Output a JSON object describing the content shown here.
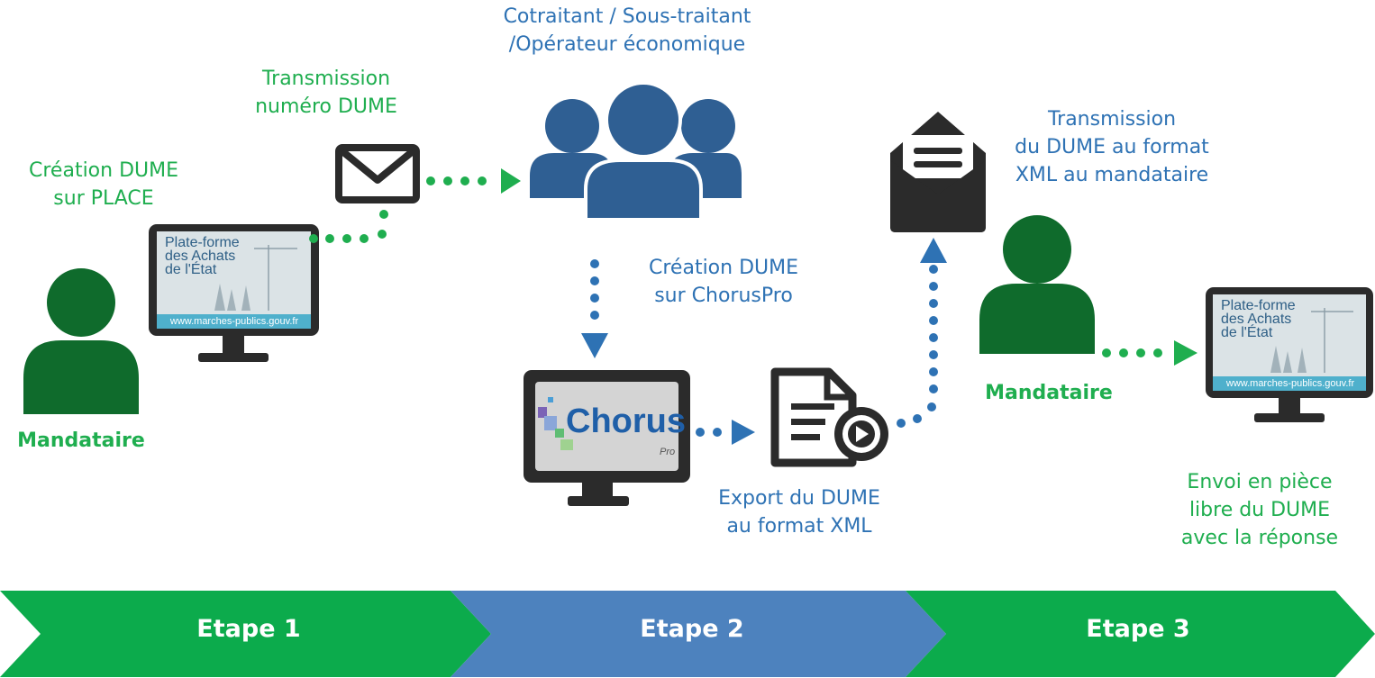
{
  "labels": {
    "creation_place": "Création DUME\nsur PLACE",
    "transmission_numero": "Transmission\nnuméro DUME",
    "cotraitant": "Cotraitant / Sous-traitant\n/Opérateur économique",
    "creation_chorus": "Création DUME\nsur ChorusPro",
    "export_xml": "Export du DUME\nau format XML",
    "transmission_xml": "Transmission\ndu DUME au format\nXML au mandataire",
    "mandataire_left": "Mandataire",
    "mandataire_right": "Mandataire",
    "envoi": "Envoi en pièce\nlibre du DUME\navec la réponse"
  },
  "place_screen": {
    "title": "Plate-forme\ndes Achats\nde l'État",
    "url": "www.marches-publics.gouv.fr"
  },
  "chorus_screen": {
    "logo": "Chorus",
    "sub": "Pro"
  },
  "steps": [
    "Etape 1",
    "Etape 2",
    "Etape 3"
  ],
  "colors": {
    "green_text": "#1fae4f",
    "blue_text": "#2e72b4",
    "person_green": "#0f6b2c",
    "people_blue": "#2f5f93",
    "step_green": "#0cab4c",
    "step_blue": "#4d82be",
    "dark": "#2b2b2b"
  }
}
